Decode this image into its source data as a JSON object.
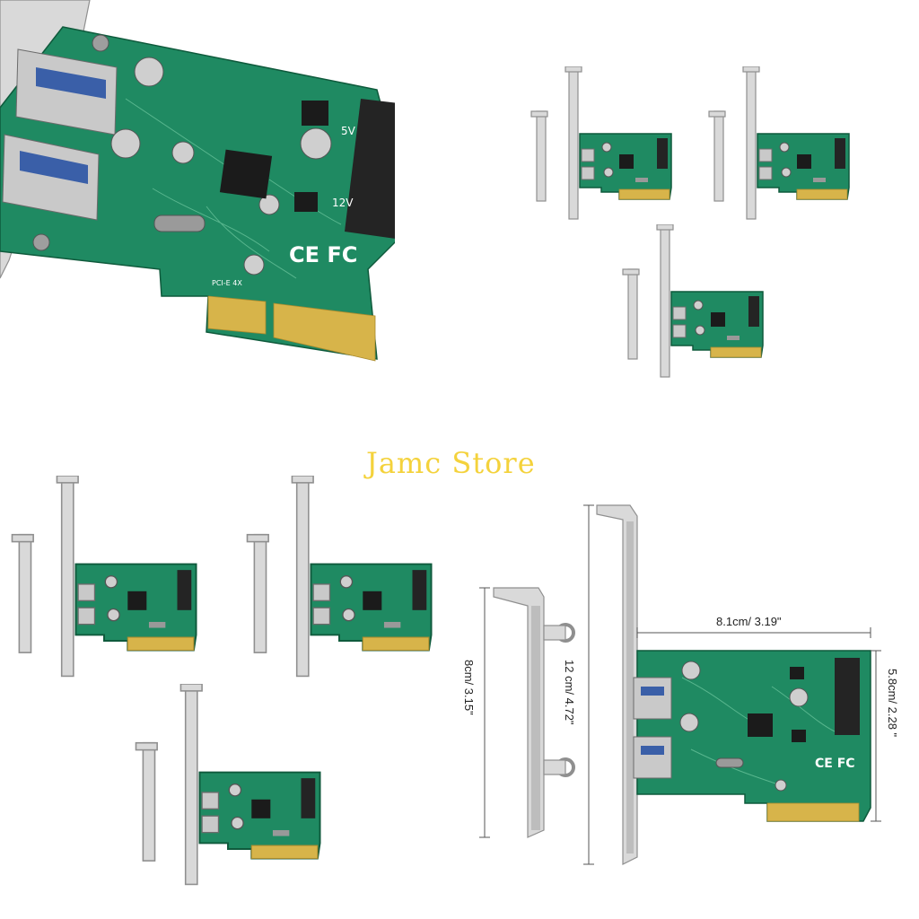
{
  "watermark": {
    "store_name": "Jamc Store"
  },
  "board_markings": {
    "voltage_5v": "5V",
    "voltage_12v": "12V",
    "certifications": "CE FC",
    "slot": "PCI-E 4X"
  },
  "dimensions": {
    "board_width": "8.1cm/ 3.19\"",
    "board_height": "5.8cm/ 2.28 \"",
    "full_bracket": "12 cm/ 4.72\"",
    "low_bracket": "8cm/ 3.15\""
  },
  "colors": {
    "pcb": "#1f8a62",
    "gold_fingers": "#d7b44a",
    "bracket": "#d9d9d9",
    "watermark": "#f4d23c"
  }
}
